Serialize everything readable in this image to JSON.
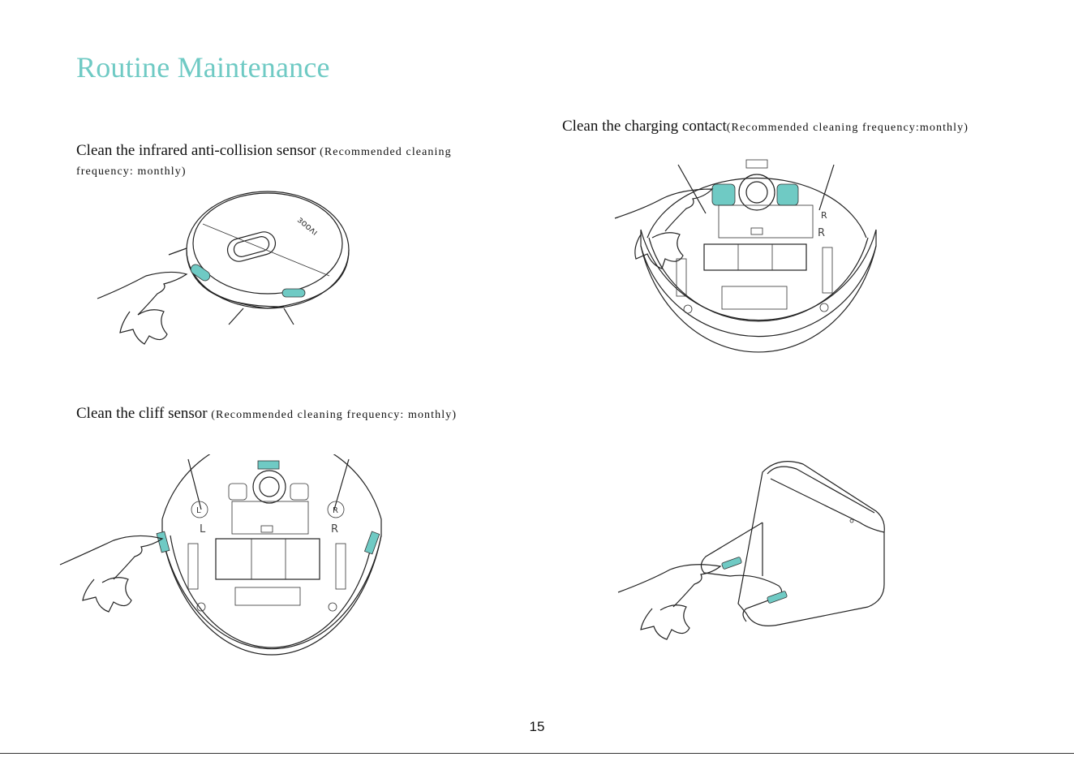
{
  "page": {
    "title": "Routine Maintenance",
    "page_number": "15",
    "accent_color": "#6fcac4"
  },
  "sections": {
    "infrared": {
      "heading": "Clean the infrared anti-collision sensor",
      "frequency": " (Recommended cleaning frequency: monthly)"
    },
    "cliff": {
      "heading": "Clean the cliff sensor",
      "frequency": " (Recommended cleaning frequency: monthly)"
    },
    "charging": {
      "heading": "Clean the charging contact",
      "frequency": "(Recommended cleaning frequency:monthly)"
    }
  },
  "illustrations": {
    "robot_top_icon": "robot-vacuum-top-illustration",
    "robot_bottom_icon": "robot-vacuum-bottom-illustration",
    "dock_icon": "charging-dock-illustration",
    "brush_left_letter": "L",
    "brush_right_letter": "R",
    "brand_mark": "ɜooʌı"
  }
}
